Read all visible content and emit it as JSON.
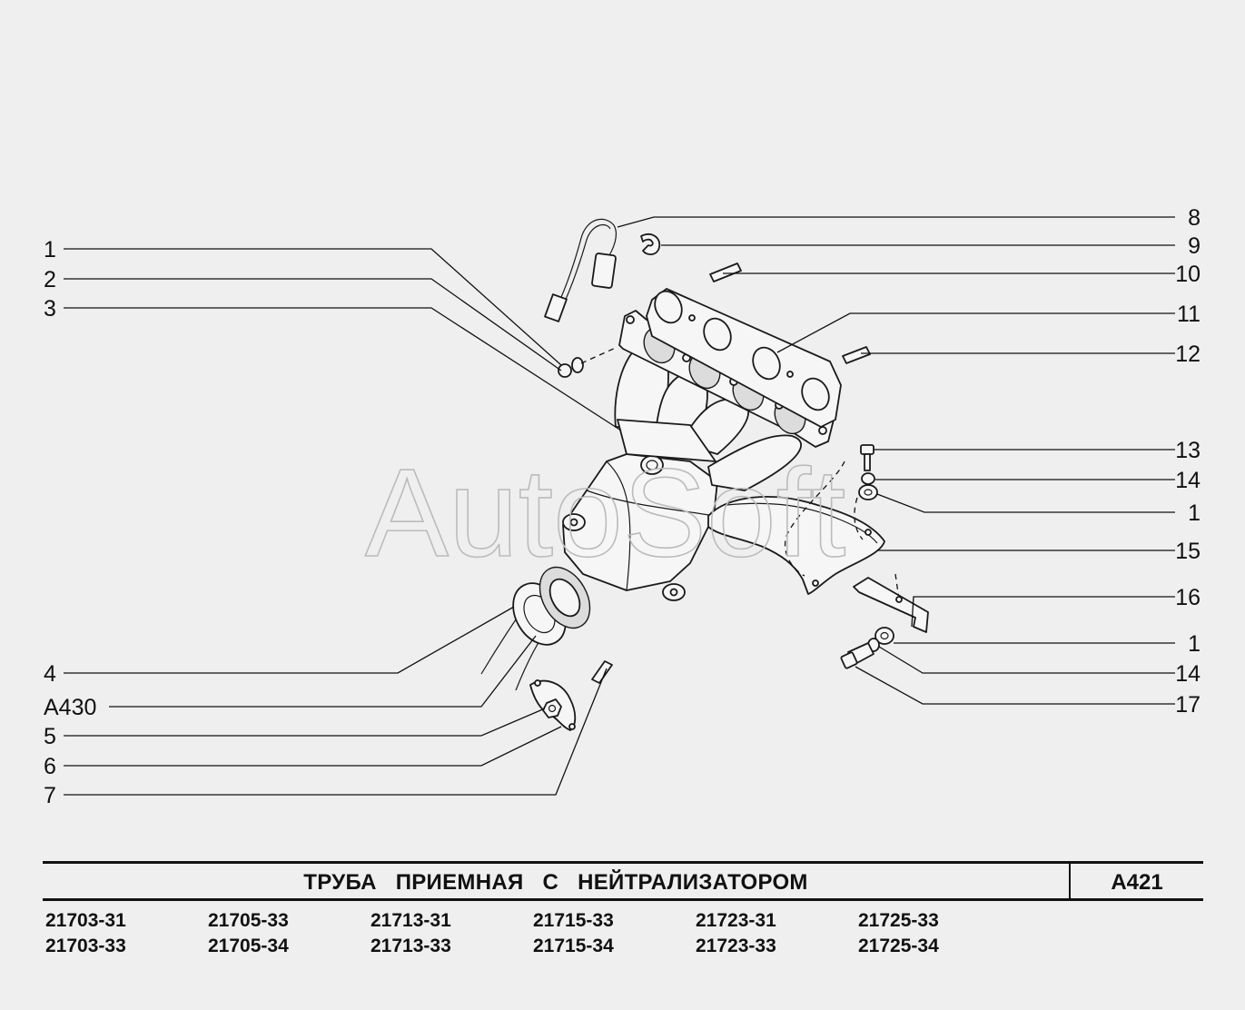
{
  "watermark": "AutoSoft",
  "callouts_left": [
    "1",
    "2",
    "3",
    "4",
    "A430",
    "5",
    "6",
    "7"
  ],
  "callouts_right": [
    "8",
    "9",
    "10",
    "11",
    "12",
    "13",
    "14",
    "1",
    "15",
    "16",
    "1",
    "14",
    "17"
  ],
  "title": "ТРУБА ПРИЕМНАЯ С НЕЙТРАЛИЗАТОРОМ",
  "diagram_code": "A421",
  "models": [
    [
      "21703-31",
      "21703-33"
    ],
    [
      "21705-33",
      "21705-34"
    ],
    [
      "21713-31",
      "21713-33"
    ],
    [
      "21715-33",
      "21715-34"
    ],
    [
      "21723-31",
      "21723-33"
    ],
    [
      "21725-33",
      "21725-34"
    ]
  ]
}
